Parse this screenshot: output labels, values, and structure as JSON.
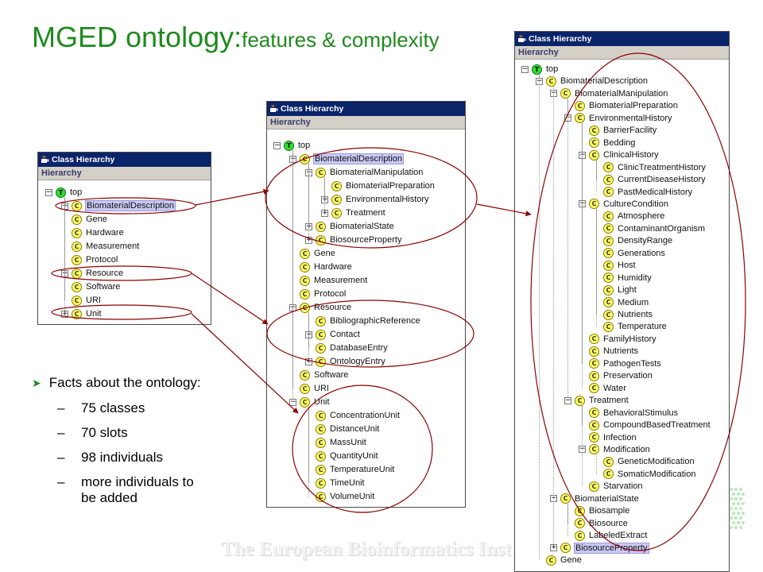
{
  "title": {
    "main": "MGED ontology:",
    "sub": "features & complexity"
  },
  "window_title": "Class Hierarchy",
  "panel_header": "Hierarchy",
  "footer": "The European Bioinformatics Inst",
  "facts": {
    "heading": "Facts about the ontology:",
    "items": [
      {
        "line1": "75 classes"
      },
      {
        "line1": "70 slots"
      },
      {
        "line1": "98 individuals"
      },
      {
        "line1": "more individuals to",
        "line2": "be added"
      }
    ]
  },
  "icons": {
    "class": "C",
    "top": "T",
    "expand": "⊞",
    "collapse": "⊟"
  },
  "colors": {
    "title": "#1e8a1e",
    "callout": "#8b0000",
    "titlebar": "#0a246a",
    "selection": "#c9c9f5",
    "class_icon": "#ffff66",
    "top_icon": "#33dd33"
  },
  "trees": {
    "small": [
      {
        "d": 0,
        "toggle": "minus",
        "icon": "t",
        "label": "top"
      },
      {
        "d": 1,
        "toggle": "plus",
        "icon": "c",
        "label": "BiomaterialDescription",
        "sel": true
      },
      {
        "d": 1,
        "toggle": "",
        "icon": "c",
        "label": "Gene"
      },
      {
        "d": 1,
        "toggle": "",
        "icon": "c",
        "label": "Hardware"
      },
      {
        "d": 1,
        "toggle": "",
        "icon": "c",
        "label": "Measurement"
      },
      {
        "d": 1,
        "toggle": "",
        "icon": "c",
        "label": "Protocol"
      },
      {
        "d": 1,
        "toggle": "plus",
        "icon": "c",
        "label": "Resource"
      },
      {
        "d": 1,
        "toggle": "",
        "icon": "c",
        "label": "Software"
      },
      {
        "d": 1,
        "toggle": "",
        "icon": "c",
        "label": "URI"
      },
      {
        "d": 1,
        "toggle": "plus",
        "icon": "c",
        "label": "Unit"
      }
    ],
    "medium": [
      {
        "d": 0,
        "toggle": "minus",
        "icon": "t",
        "label": "top"
      },
      {
        "d": 1,
        "toggle": "minus",
        "icon": "c",
        "label": "BiomaterialDescription",
        "sel": true
      },
      {
        "d": 2,
        "toggle": "minus",
        "icon": "c",
        "label": "BiomaterialManipulation"
      },
      {
        "d": 3,
        "toggle": "",
        "icon": "c",
        "label": "BiomaterialPreparation"
      },
      {
        "d": 3,
        "toggle": "plus",
        "icon": "c",
        "label": "EnvironmentalHistory"
      },
      {
        "d": 3,
        "toggle": "plus",
        "icon": "c",
        "label": "Treatment"
      },
      {
        "d": 2,
        "toggle": "plus",
        "icon": "c",
        "label": "BiomaterialState"
      },
      {
        "d": 2,
        "toggle": "plus",
        "icon": "c",
        "label": "BiosourceProperty"
      },
      {
        "d": 1,
        "toggle": "",
        "icon": "c",
        "label": "Gene"
      },
      {
        "d": 1,
        "toggle": "",
        "icon": "c",
        "label": "Hardware"
      },
      {
        "d": 1,
        "toggle": "",
        "icon": "c",
        "label": "Measurement"
      },
      {
        "d": 1,
        "toggle": "",
        "icon": "c",
        "label": "Protocol"
      },
      {
        "d": 1,
        "toggle": "minus",
        "icon": "c",
        "label": "Resource"
      },
      {
        "d": 2,
        "toggle": "",
        "icon": "c",
        "label": "BibliographicReference"
      },
      {
        "d": 2,
        "toggle": "plus",
        "icon": "c",
        "label": "Contact"
      },
      {
        "d": 2,
        "toggle": "",
        "icon": "c",
        "label": "DatabaseEntry"
      },
      {
        "d": 2,
        "toggle": "plus",
        "icon": "c",
        "label": "OntologyEntry"
      },
      {
        "d": 1,
        "toggle": "",
        "icon": "c",
        "label": "Software"
      },
      {
        "d": 1,
        "toggle": "",
        "icon": "c",
        "label": "URI"
      },
      {
        "d": 1,
        "toggle": "minus",
        "icon": "c",
        "label": "Unit"
      },
      {
        "d": 2,
        "toggle": "",
        "icon": "c",
        "label": "ConcentrationUnit"
      },
      {
        "d": 2,
        "toggle": "",
        "icon": "c",
        "label": "DistanceUnit"
      },
      {
        "d": 2,
        "toggle": "",
        "icon": "c",
        "label": "MassUnit"
      },
      {
        "d": 2,
        "toggle": "",
        "icon": "c",
        "label": "QuantityUnit"
      },
      {
        "d": 2,
        "toggle": "",
        "icon": "c",
        "label": "TemperatureUnit"
      },
      {
        "d": 2,
        "toggle": "",
        "icon": "c",
        "label": "TimeUnit"
      },
      {
        "d": 2,
        "toggle": "",
        "icon": "c",
        "label": "VolumeUnit"
      }
    ],
    "large": [
      {
        "d": 0,
        "toggle": "minus",
        "icon": "t",
        "label": "top"
      },
      {
        "d": 1,
        "toggle": "minus",
        "icon": "c",
        "label": "BiomaterialDescription"
      },
      {
        "d": 2,
        "toggle": "minus",
        "icon": "c",
        "label": "BiomaterialManipulation"
      },
      {
        "d": 3,
        "toggle": "",
        "icon": "c",
        "label": "BiomaterialPreparation"
      },
      {
        "d": 3,
        "toggle": "minus",
        "icon": "c",
        "label": "EnvironmentalHistory"
      },
      {
        "d": 4,
        "toggle": "",
        "icon": "c",
        "label": "BarrierFacility"
      },
      {
        "d": 4,
        "toggle": "",
        "icon": "c",
        "label": "Bedding"
      },
      {
        "d": 4,
        "toggle": "minus",
        "icon": "c",
        "label": "ClinicalHistory"
      },
      {
        "d": 5,
        "toggle": "",
        "icon": "c",
        "label": "ClinicTreatmentHistory"
      },
      {
        "d": 5,
        "toggle": "",
        "icon": "c",
        "label": "CurrentDiseaseHistory"
      },
      {
        "d": 5,
        "toggle": "",
        "icon": "c",
        "label": "PastMedicalHistory"
      },
      {
        "d": 4,
        "toggle": "minus",
        "icon": "c",
        "label": "CultureCondition"
      },
      {
        "d": 5,
        "toggle": "",
        "icon": "c",
        "label": "Atmosphere"
      },
      {
        "d": 5,
        "toggle": "",
        "icon": "c",
        "label": "ContaminantOrganism"
      },
      {
        "d": 5,
        "toggle": "",
        "icon": "c",
        "label": "DensityRange"
      },
      {
        "d": 5,
        "toggle": "",
        "icon": "c",
        "label": "Generations"
      },
      {
        "d": 5,
        "toggle": "",
        "icon": "c",
        "label": "Host"
      },
      {
        "d": 5,
        "toggle": "",
        "icon": "c",
        "label": "Humidity"
      },
      {
        "d": 5,
        "toggle": "",
        "icon": "c",
        "label": "Light"
      },
      {
        "d": 5,
        "toggle": "",
        "icon": "c",
        "label": "Medium"
      },
      {
        "d": 5,
        "toggle": "",
        "icon": "c",
        "label": "Nutrients"
      },
      {
        "d": 5,
        "toggle": "",
        "icon": "c",
        "label": "Temperature"
      },
      {
        "d": 4,
        "toggle": "",
        "icon": "c",
        "label": "FamilyHistory"
      },
      {
        "d": 4,
        "toggle": "",
        "icon": "c",
        "label": "Nutrients"
      },
      {
        "d": 4,
        "toggle": "",
        "icon": "c",
        "label": "PathogenTests"
      },
      {
        "d": 4,
        "toggle": "",
        "icon": "c",
        "label": "Preservation"
      },
      {
        "d": 4,
        "toggle": "",
        "icon": "c",
        "label": "Water"
      },
      {
        "d": 3,
        "toggle": "minus",
        "icon": "c",
        "label": "Treatment"
      },
      {
        "d": 4,
        "toggle": "",
        "icon": "c",
        "label": "BehavioralStimulus"
      },
      {
        "d": 4,
        "toggle": "",
        "icon": "c",
        "label": "CompoundBasedTreatment"
      },
      {
        "d": 4,
        "toggle": "",
        "icon": "c",
        "label": "Infection"
      },
      {
        "d": 4,
        "toggle": "minus",
        "icon": "c",
        "label": "Modification"
      },
      {
        "d": 5,
        "toggle": "",
        "icon": "c",
        "label": "GeneticModification"
      },
      {
        "d": 5,
        "toggle": "",
        "icon": "c",
        "label": "SomaticModification"
      },
      {
        "d": 4,
        "toggle": "",
        "icon": "c",
        "label": "Starvation"
      },
      {
        "d": 2,
        "toggle": "minus",
        "icon": "c",
        "label": "BiomaterialState"
      },
      {
        "d": 3,
        "toggle": "",
        "icon": "c",
        "label": "Biosample"
      },
      {
        "d": 3,
        "toggle": "",
        "icon": "c",
        "label": "Biosource"
      },
      {
        "d": 3,
        "toggle": "",
        "icon": "c",
        "label": "LabeledExtract"
      },
      {
        "d": 2,
        "toggle": "plus",
        "icon": "c",
        "label": "BiosourceProperty",
        "sel": true
      },
      {
        "d": 1,
        "toggle": "",
        "icon": "c",
        "label": "Gene"
      }
    ]
  }
}
